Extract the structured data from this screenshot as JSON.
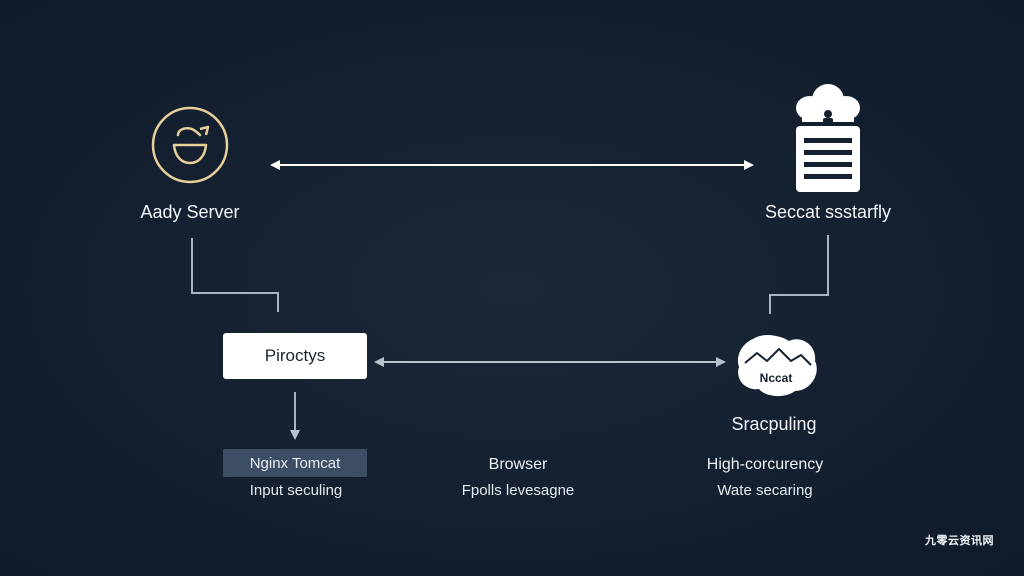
{
  "nodes": {
    "server": {
      "label": "Aady Server"
    },
    "storage": {
      "label": "Seccat ssstarfly"
    },
    "proxy": {
      "label": "Piroctys"
    },
    "nginx": {
      "label": "Nginx Tomcat",
      "sublabel": "Input seculing"
    },
    "browser": {
      "label": "Browser",
      "sublabel": "Fpolls levesagne"
    },
    "cloud_node": {
      "badge": "Nccat",
      "label": "Sracpuling"
    },
    "concurrency": {
      "label": "High-corcurency",
      "sublabel": "Wate secaring"
    }
  },
  "watermark": "九零云资讯网",
  "colors": {
    "background": "#152131",
    "connector": "#b8c2cd",
    "accent_gold": "#e8cf9a",
    "nginx_box": "#3d4e64"
  },
  "icons": [
    "tunnel-circle-icon",
    "cloud-document-icon",
    "cloud-blob-icon"
  ]
}
